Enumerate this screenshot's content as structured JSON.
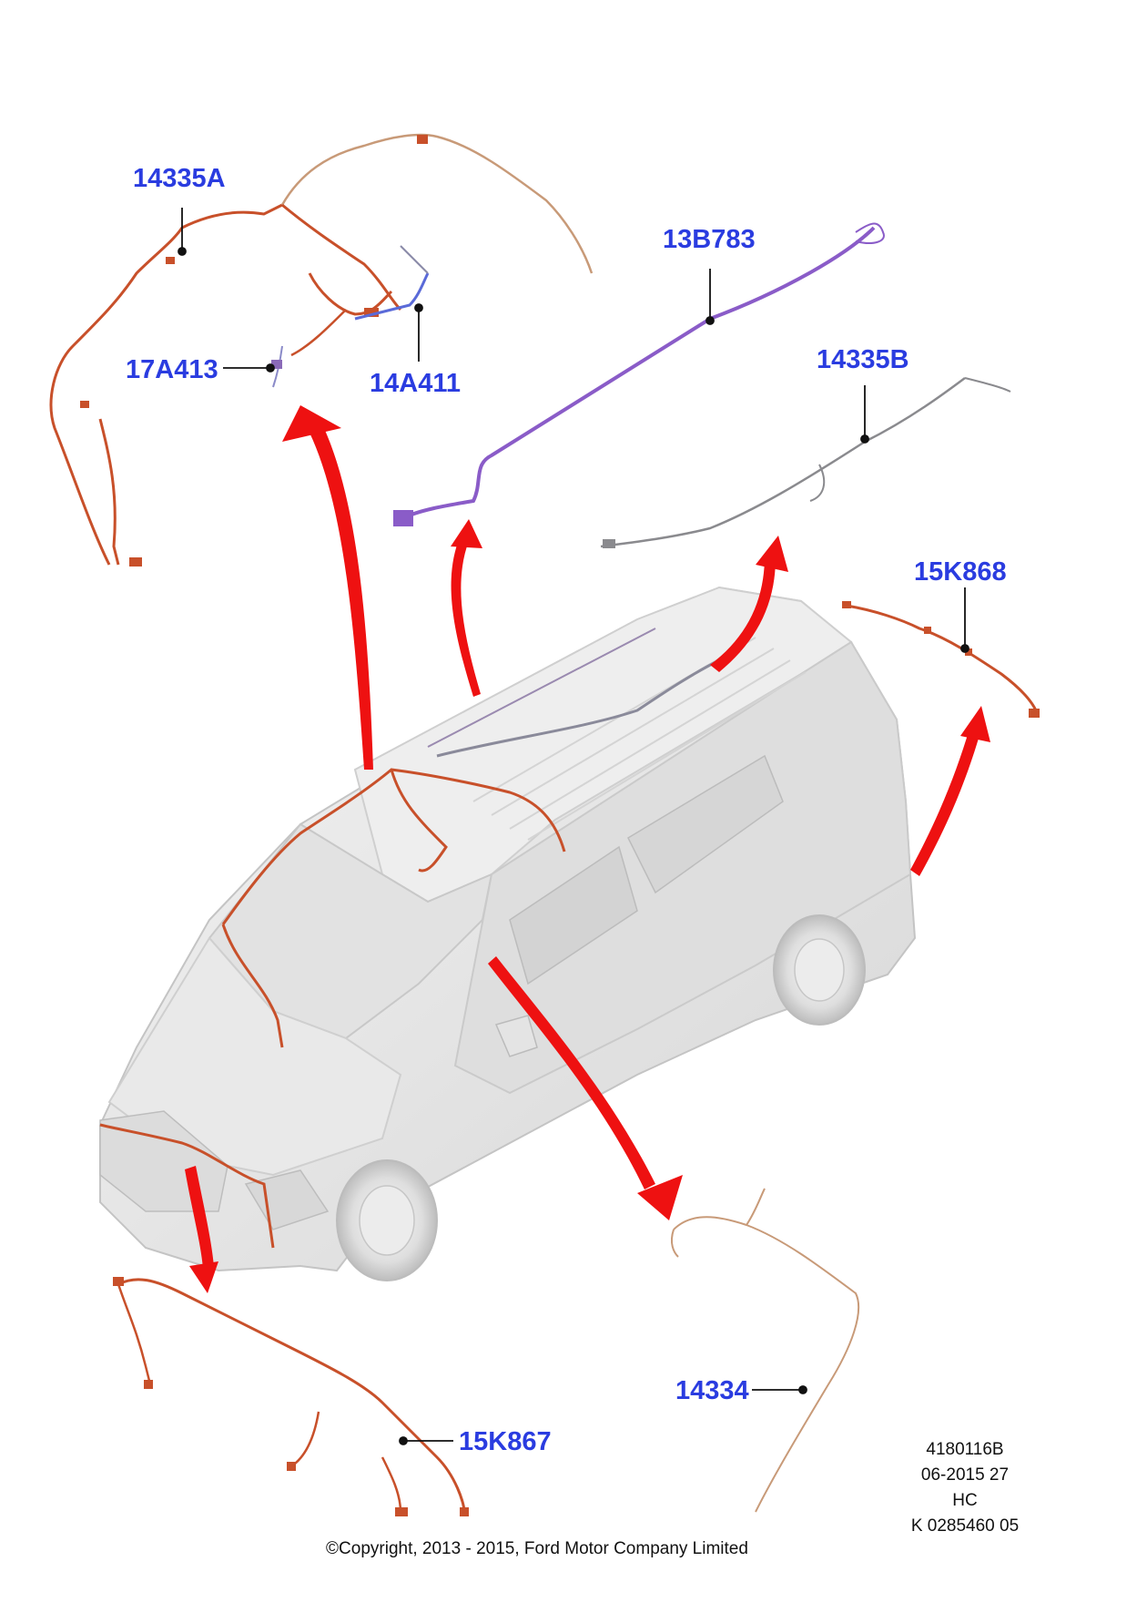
{
  "colors": {
    "callout_text": "#2a3ce0",
    "arrow": "#ee1111",
    "harness_main": "#c8502a",
    "harness_purple": "#8a5cc8",
    "harness_grey": "#8a8a8e",
    "harness_tan": "#c89a78",
    "vehicle_body": "#e6e6e6"
  },
  "callouts": {
    "c14335A": "14335A",
    "c13B783": "13B783",
    "c14335B": "14335B",
    "c17A413": "17A413",
    "c14A411": "14A411",
    "c15K868": "15K868",
    "c14334": "14334",
    "c15K867": "15K867"
  },
  "reference": {
    "line1": "4180116B",
    "line2": "06-2015 27",
    "line3": "HC",
    "line4": "K 0285460 05"
  },
  "copyright": "©Copyright, 2013 - 2015, Ford Motor Company Limited"
}
